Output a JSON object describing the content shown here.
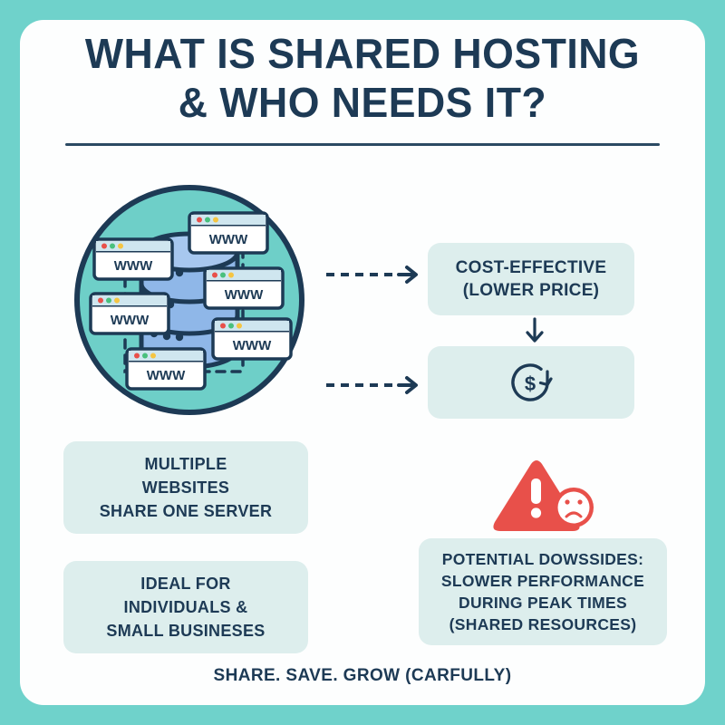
{
  "theme": {
    "border_color": "#6fd2cb",
    "panel_color": "#fdfefe",
    "navy": "#1d3a55",
    "card_bg": "#ddeeed",
    "circle_fill": "#6ecfc8",
    "db_fill": "#8fb7e8",
    "warning_red": "#e8504a"
  },
  "header": {
    "title_line_1": "WHAT IS SHARED HOSTING",
    "title_line_2": "& WHO NEEDS IT?"
  },
  "illustration": {
    "name": "shared-server-diagram",
    "circle_label": "teal-circle",
    "database_label": "database-server-stack",
    "browser_windows": [
      {
        "label": "WWW"
      },
      {
        "label": "WWW"
      },
      {
        "label": "WWW"
      },
      {
        "label": "WWW"
      },
      {
        "label": "WWW"
      },
      {
        "label": "WWW"
      }
    ],
    "browser_dot_colors": [
      "#e8504a",
      "#49c07d",
      "#f5c542"
    ]
  },
  "cards": {
    "cost_effective": "COST-EFFECTIVE\n(LOWER PRICE)",
    "money_back_icon": "money-back-dollar-icon",
    "multiple_websites": "MULTIPLE\nWEBSITES\nSHARE ONE SERVER",
    "ideal_for": "IDEAL FOR\nINDIVIDUALS &\nSMALL BUSINESES",
    "downsides": "POTENTIAL DOWSSIDES:\nSLOWER PERFORMANCE\nDURING PEAK TIMES\n(SHARED RESOURCES)"
  },
  "connectors": {
    "arrow_1": "dashed-arrow-right",
    "arrow_2": "dashed-arrow-right",
    "arrow_down": "arrow-down"
  },
  "warning": {
    "icon": "warning-triangle-sad-face",
    "exclamation": "!"
  },
  "footer": {
    "tagline": "SHARE. SAVE. GROW (CARFULLY)"
  }
}
